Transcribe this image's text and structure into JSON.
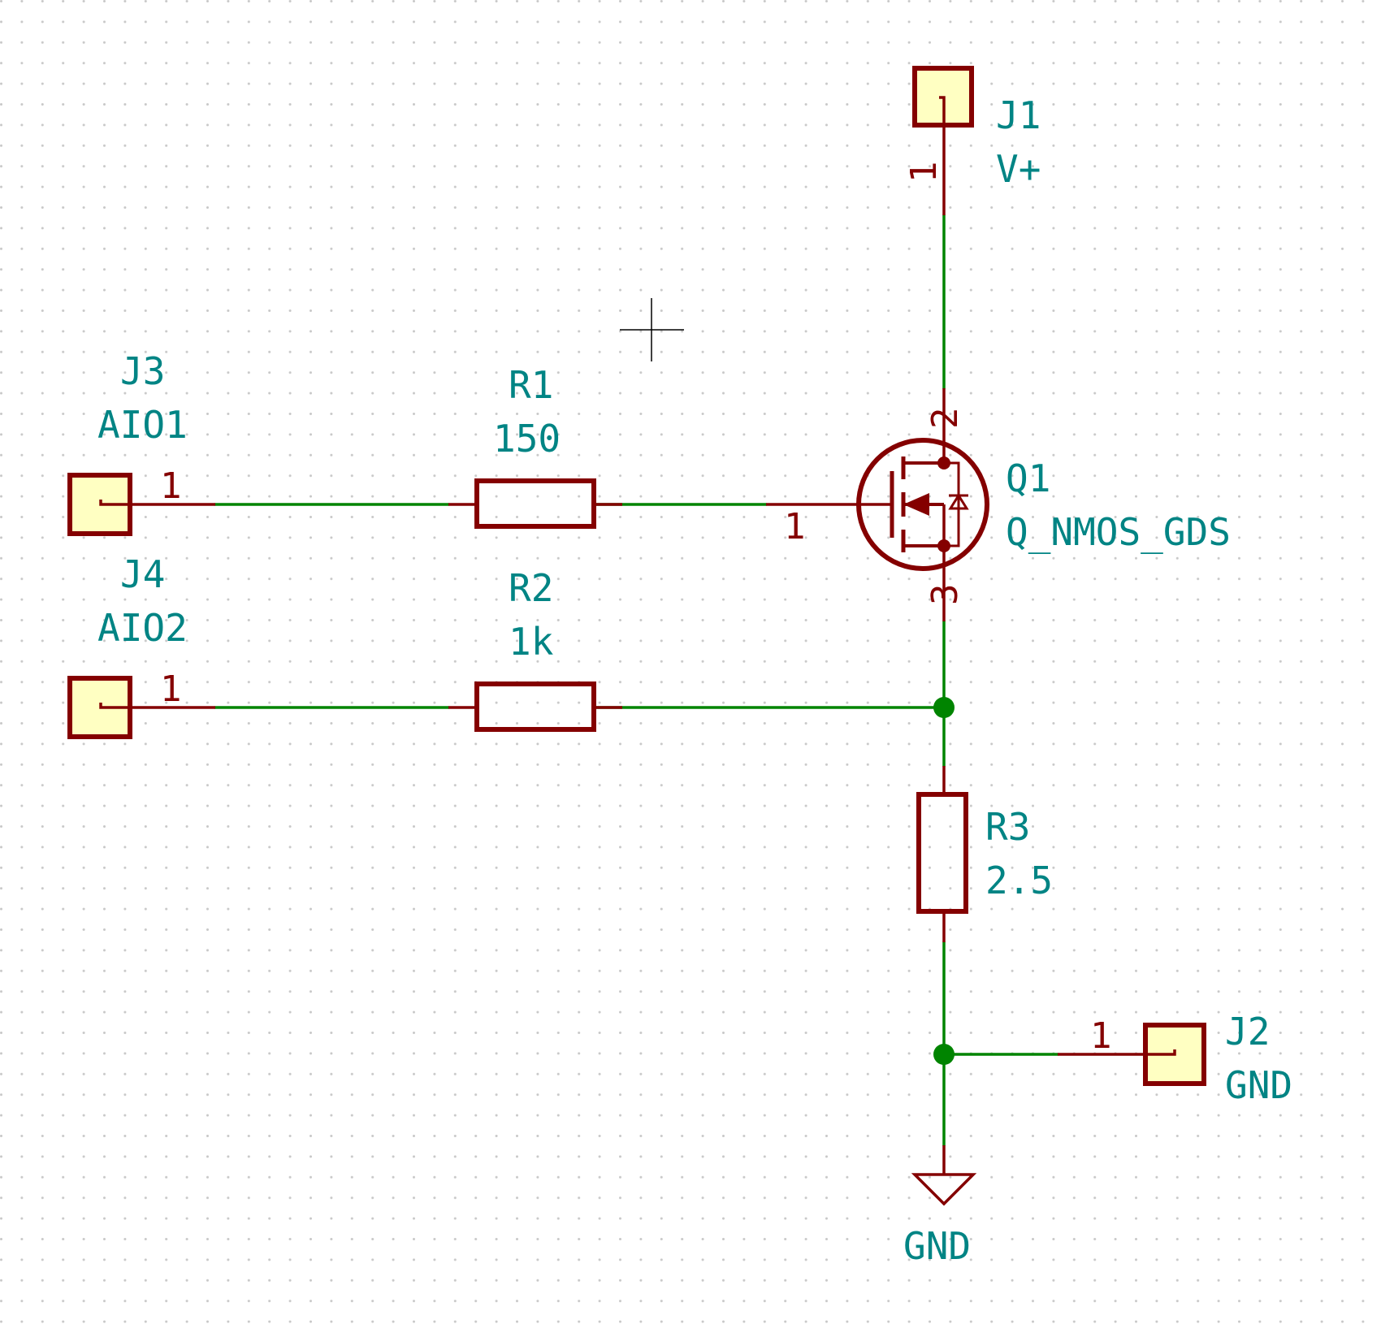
{
  "components": {
    "J1": {
      "ref": "J1",
      "value": "V+",
      "pin": "1"
    },
    "J2": {
      "ref": "J2",
      "value": "GND",
      "pin": "1"
    },
    "J3": {
      "ref": "J3",
      "value": "AIO1",
      "pin": "1"
    },
    "J4": {
      "ref": "J4",
      "value": "AIO2",
      "pin": "1"
    },
    "R1": {
      "ref": "R1",
      "value": "150"
    },
    "R2": {
      "ref": "R2",
      "value": "1k"
    },
    "R3": {
      "ref": "R3",
      "value": "2.5"
    },
    "Q1": {
      "ref": "Q1",
      "value": "Q_NMOS_GDS",
      "pin_gate": "1",
      "pin_drain": "2",
      "pin_source": "3"
    },
    "GND": {
      "label": "GND"
    }
  },
  "colors": {
    "wire": "#008400",
    "component": "#840000",
    "label": "#008484",
    "connector_fill": "#ffffc2",
    "grid_dot": "#c8c8c8"
  },
  "icons": {
    "cursor": "crosshair-icon",
    "ground": "ground-symbol-icon"
  }
}
